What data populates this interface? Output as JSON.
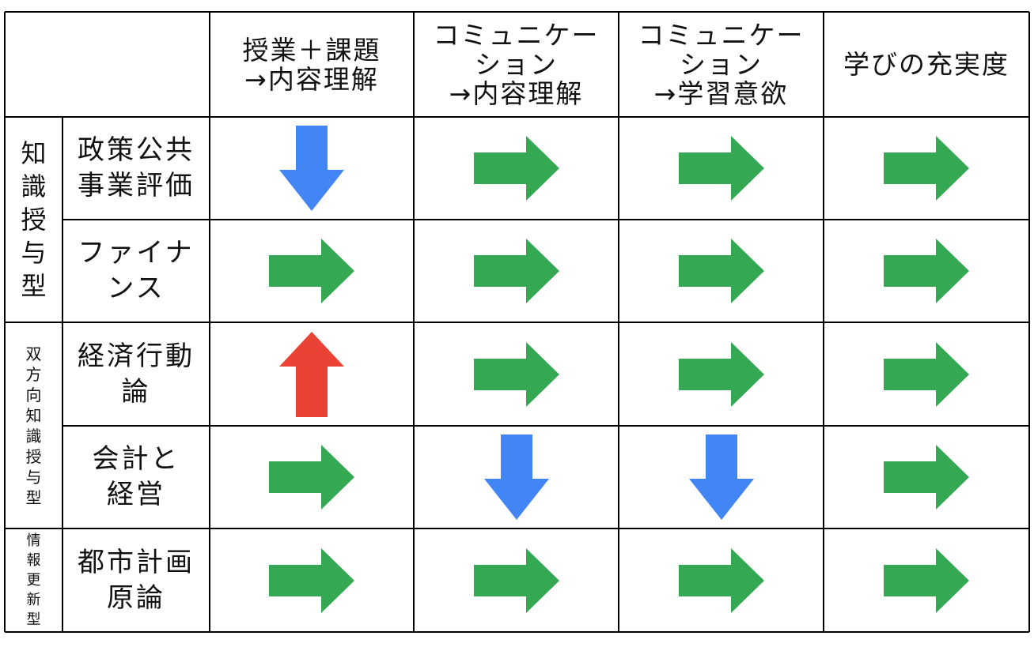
{
  "colors": {
    "up": "#ea4335",
    "down": "#4285f4",
    "right": "#34a853",
    "grid": "#000000"
  },
  "header": {
    "corner": "",
    "col1": [
      "授業＋課題",
      "→内容理解"
    ],
    "col2": [
      "コミュニケー",
      "ション",
      "→内容理解"
    ],
    "col3": [
      "コミュニケー",
      "ション",
      "→学習意欲"
    ],
    "col4": [
      "学びの充実度"
    ]
  },
  "categories": [
    {
      "label": [
        "知",
        "識",
        "授",
        "与",
        "型"
      ]
    },
    {
      "label": [
        "双",
        "方",
        "向",
        "知",
        "識",
        "授",
        "与",
        "型"
      ]
    },
    {
      "label": [
        "情",
        "報",
        "更",
        "新",
        "型"
      ]
    }
  ],
  "rows": [
    {
      "subject": [
        "政策公共",
        "事業評価"
      ],
      "arrows": [
        "down-arrow",
        "right-arrow",
        "right-arrow",
        "right-arrow"
      ]
    },
    {
      "subject": [
        "ファイナ",
        "ンス"
      ],
      "arrows": [
        "right-arrow",
        "right-arrow",
        "right-arrow",
        "right-arrow"
      ]
    },
    {
      "subject": [
        "経済行動",
        "論"
      ],
      "arrows": [
        "up-arrow",
        "right-arrow",
        "right-arrow",
        "right-arrow"
      ]
    },
    {
      "subject": [
        "会計と",
        "経営"
      ],
      "arrows": [
        "right-arrow",
        "down-arrow",
        "down-arrow",
        "right-arrow"
      ]
    },
    {
      "subject": [
        "都市計画",
        "原論"
      ],
      "arrows": [
        "right-arrow",
        "right-arrow",
        "right-arrow",
        "right-arrow"
      ]
    }
  ]
}
